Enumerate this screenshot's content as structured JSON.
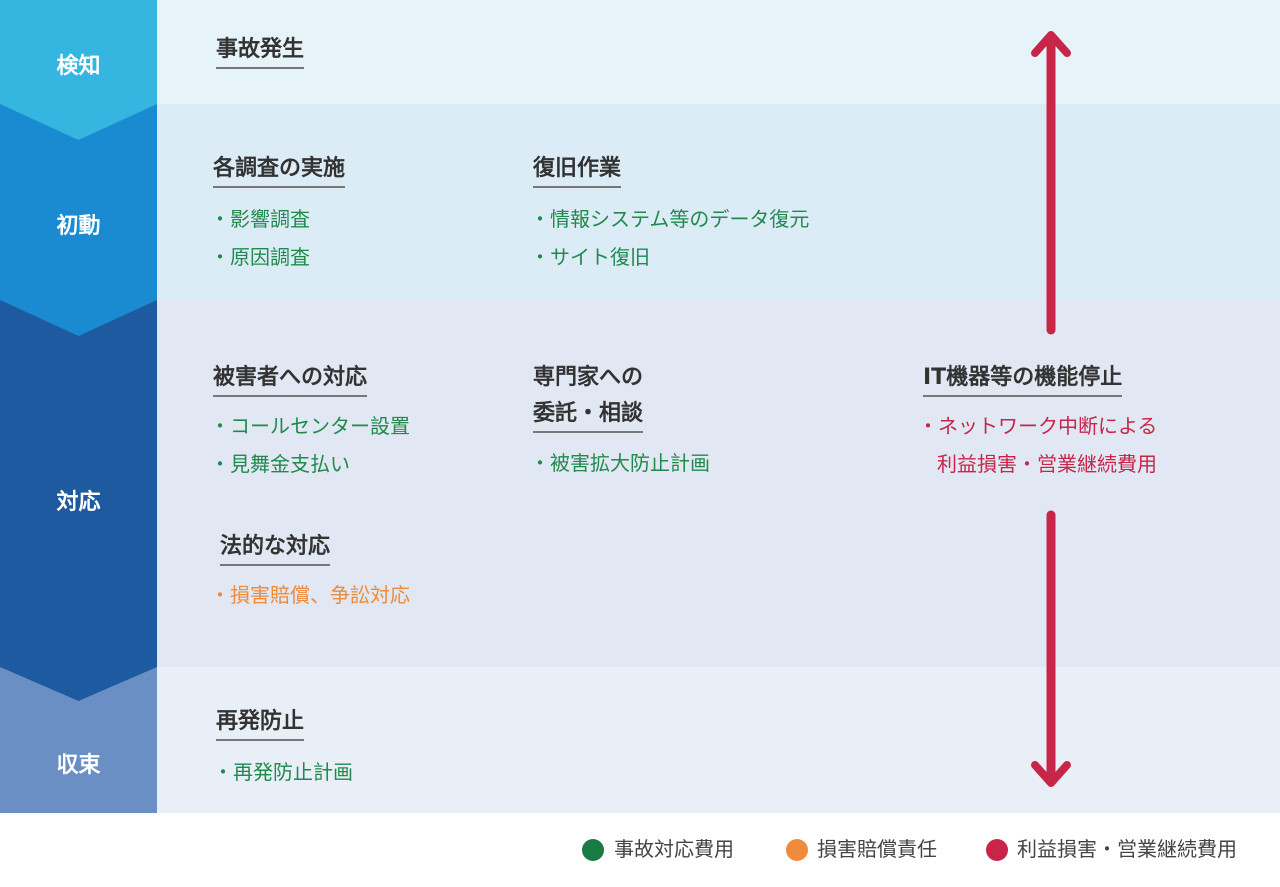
{
  "stages": {
    "detect": "検知",
    "initial": "初動",
    "response": "対応",
    "close": "収束"
  },
  "detect": {
    "heading": "事故発生"
  },
  "initial": {
    "survey": {
      "heading": "各調査の実施",
      "items": [
        "・影響調査",
        "・原因調査"
      ]
    },
    "recovery": {
      "heading": "復旧作業",
      "items": [
        "・情報システム等のデータ復元",
        "・サイト復旧"
      ]
    }
  },
  "response": {
    "victims": {
      "heading": "被害者への対応",
      "items": [
        "・コールセンター設置",
        "・見舞金支払い"
      ]
    },
    "legal": {
      "heading": "法的な対応",
      "items": [
        "・損害賠償、争訟対応"
      ]
    },
    "experts": {
      "heading_line1": "専門家への",
      "heading_line2": "委託・相談",
      "items": [
        "・被害拡大防止計画"
      ]
    },
    "it": {
      "heading": "IT機器等の機能停止",
      "item_line1": "・ネットワーク中断による",
      "item_line2": "利益損害・営業継続費用"
    }
  },
  "close": {
    "prevention": {
      "heading": "再発防止",
      "items": [
        "・再発防止計画"
      ]
    }
  },
  "legend": [
    {
      "label": "事故対応費用",
      "color": "#1a7a43"
    },
    {
      "label": "損害賠償責任",
      "color": "#f08a3c"
    },
    {
      "label": "利益損害・営業継続費用",
      "color": "#c72649"
    }
  ],
  "colors": {
    "stage_detect": "#34b6e0",
    "stage_initial": "#1a8bd1",
    "stage_response": "#1e5aa0",
    "stage_close": "#6a8fc4",
    "arrow": "#c72649"
  }
}
